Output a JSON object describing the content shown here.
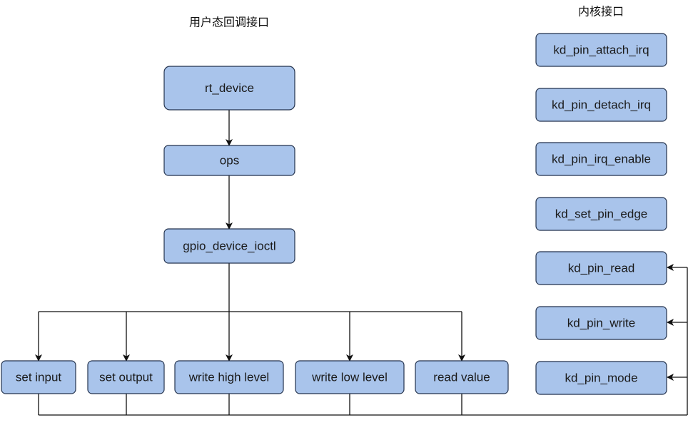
{
  "headings": {
    "user_interface": "用户态回调接口",
    "kernel_interface": "内核接口"
  },
  "nodes": {
    "rt_device": "rt_device",
    "ops": "ops",
    "gpio_device_ioctl": "gpio_device_ioctl",
    "set_input": "set input",
    "set_output": "set output",
    "write_high_level": "write high level",
    "write_low_level": "write low level",
    "read_value": "read value",
    "kd_pin_attach_irq": "kd_pin_attach_irq",
    "kd_pin_detach_irq": "kd_pin_detach_irq",
    "kd_pin_irq_enable": "kd_pin_irq_enable",
    "kd_set_pin_edge": "kd_set_pin_edge",
    "kd_pin_read": "kd_pin_read",
    "kd_pin_write": "kd_pin_write",
    "kd_pin_mode": "kd_pin_mode"
  },
  "colors": {
    "node_fill": "#a9c4eb",
    "node_border": "#23324d",
    "edge": "#111111"
  }
}
